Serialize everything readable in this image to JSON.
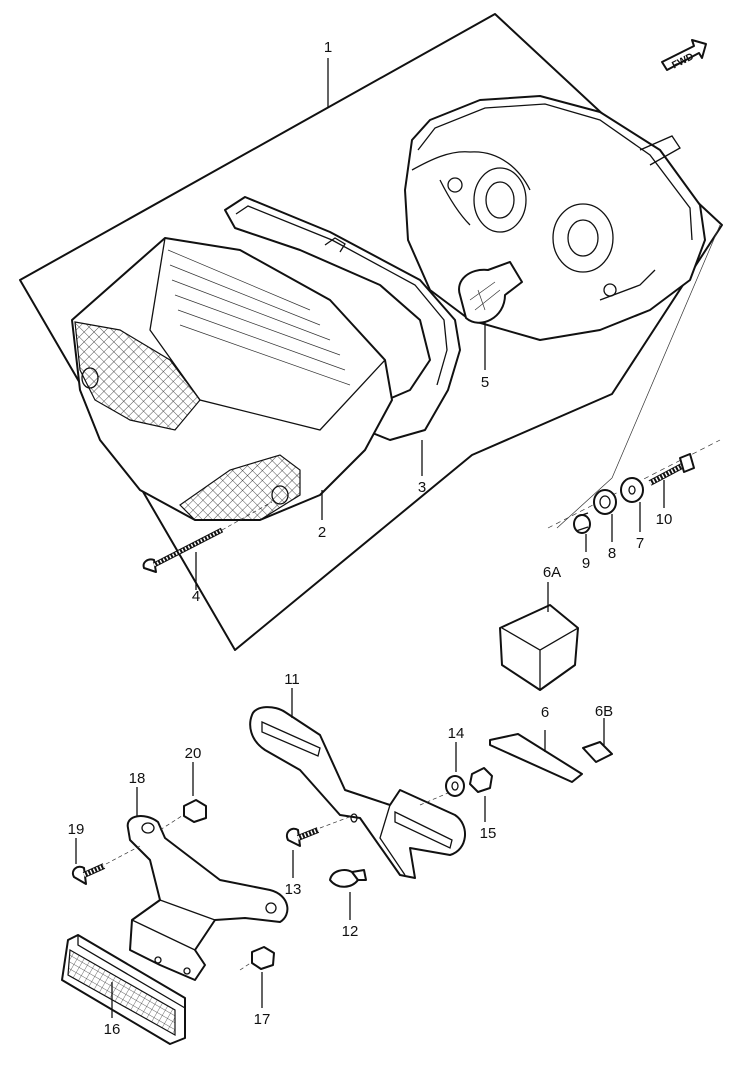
{
  "direction_badge": "FWD",
  "callouts": [
    {
      "id": "1",
      "text": "1"
    },
    {
      "id": "2",
      "text": "2"
    },
    {
      "id": "3",
      "text": "3"
    },
    {
      "id": "4",
      "text": "4"
    },
    {
      "id": "5",
      "text": "5"
    },
    {
      "id": "6",
      "text": "6"
    },
    {
      "id": "6A",
      "text": "6A"
    },
    {
      "id": "6B",
      "text": "6B"
    },
    {
      "id": "7",
      "text": "7"
    },
    {
      "id": "8",
      "text": "8"
    },
    {
      "id": "9",
      "text": "9"
    },
    {
      "id": "10",
      "text": "10"
    },
    {
      "id": "11",
      "text": "11"
    },
    {
      "id": "12",
      "text": "12"
    },
    {
      "id": "13",
      "text": "13"
    },
    {
      "id": "14",
      "text": "14"
    },
    {
      "id": "15",
      "text": "15"
    },
    {
      "id": "16",
      "text": "16"
    },
    {
      "id": "17",
      "text": "17"
    },
    {
      "id": "18",
      "text": "18"
    },
    {
      "id": "19",
      "text": "19"
    },
    {
      "id": "20",
      "text": "20"
    }
  ]
}
